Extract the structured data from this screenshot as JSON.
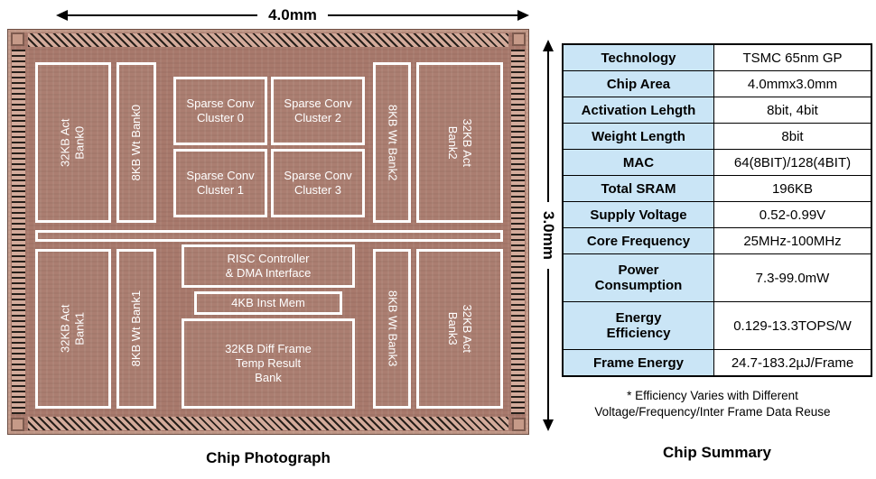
{
  "figure": {
    "dim_width": "4.0mm",
    "dim_height": "3.0mm",
    "photo_caption": "Chip Photograph",
    "summary_caption": "Chip Summary",
    "footnote": "* Efficiency Varies with Different\nVoltage/Frequency/Inter Frame Data Reuse"
  },
  "chip_blocks": {
    "act_bank0": "32KB Act\nBank0",
    "wt_bank0": "8KB Wt Bank0",
    "cluster0": "Sparse Conv\nCluster 0",
    "cluster2": "Sparse Conv\nCluster 2",
    "cluster1": "Sparse Conv\nCluster 1",
    "cluster3": "Sparse Conv\nCluster 3",
    "wt_bank2": "8KB Wt Bank2",
    "act_bank2": "32KB Act\nBank2",
    "act_bank1": "32KB Act\nBank1",
    "wt_bank1": "8KB Wt Bank1",
    "risc": "RISC Controller\n& DMA Interface",
    "inst_mem": "4KB Inst Mem",
    "diff_bank": "32KB Diff Frame\nTemp Result\nBank",
    "wt_bank3": "8KB Wt Bank3",
    "act_bank3": "32KB Act\nBank3"
  },
  "summary_table": {
    "rows": [
      {
        "label": "Technology",
        "value": "TSMC 65nm GP"
      },
      {
        "label": "Chip Area",
        "value": "4.0mmx3.0mm"
      },
      {
        "label": "Activation Lehgth",
        "value": "8bit, 4bit"
      },
      {
        "label": "Weight Length",
        "value": "8bit"
      },
      {
        "label": "MAC",
        "value": "64(8BIT)/128(4BIT)"
      },
      {
        "label": "Total SRAM",
        "value": "196KB"
      },
      {
        "label": "Supply Voltage",
        "value": "0.52-0.99V"
      },
      {
        "label": "Core Frequency",
        "value": "25MHz-100MHz"
      },
      {
        "label": "Power\nConsumption",
        "value": "7.3-99.0mW"
      },
      {
        "label": "Energy\nEfficiency",
        "value": "0.129-13.3TOPS/W"
      },
      {
        "label": "Frame Energy",
        "value": "24.7-183.2µJ/Frame"
      }
    ]
  },
  "colors": {
    "die_base": "#a8796c",
    "pad_light": "#d3ab9b",
    "block_border": "#ffffff",
    "table_label_bg": "#cae5f6"
  }
}
